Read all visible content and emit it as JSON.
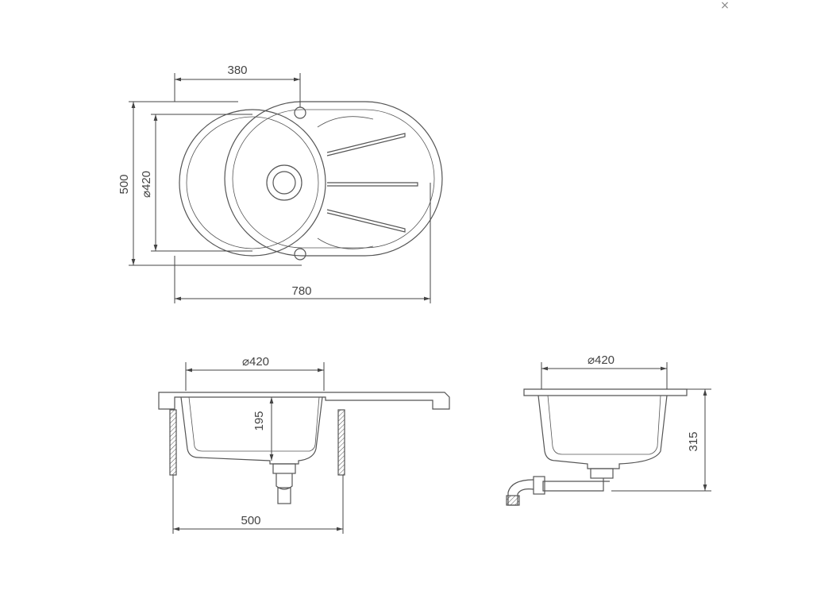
{
  "close_icon": "×",
  "dimensions": {
    "top_view": {
      "hole_offset": "380",
      "diameter": "⌀420",
      "height": "500",
      "width": "780"
    },
    "front_view": {
      "diameter": "⌀420",
      "depth": "195",
      "cabinet": "500"
    },
    "side_view": {
      "diameter": "⌀420",
      "height": "315"
    }
  }
}
